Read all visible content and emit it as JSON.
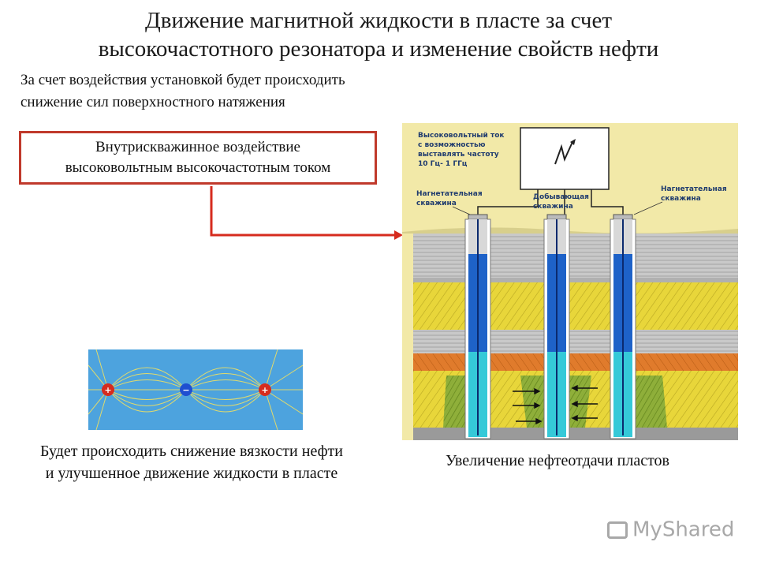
{
  "title": {
    "line1": "Движение магнитной жидкости в пласте за счет",
    "line2": "высокочастотного резонатора и изменение свойств нефти"
  },
  "subtitle": {
    "line1": "За счет воздействия установкой будет происходить",
    "line2": "снижение сил поверхностного натяжения"
  },
  "callout": {
    "line1": "Внутрискважинное воздействие",
    "line2": "высоковольтным высокочастотным током"
  },
  "field_figure": {
    "labels": {
      "generator_1": "Высоковольтный ток",
      "generator_2": "с возможностью",
      "generator_3": "выставлять частоту",
      "generator_4": "10 Гц- 1 ГГц",
      "well_left_1": "Нагнетательная",
      "well_left_2": "скважина",
      "well_mid_1": "Добывающая",
      "well_mid_2": "скважина",
      "well_right_1": "Нагнетательная",
      "well_right_2": "скважина"
    },
    "colors": {
      "sky": "#f2e9a8",
      "soil": "#c9c9c9",
      "sand": "#e8d63a",
      "clay": "#e07b2c",
      "water": "#1e62c8",
      "fluid": "#35c9d8"
    }
  },
  "dipole_figure": {
    "charges": [
      "+",
      "−",
      "+"
    ],
    "colors": {
      "background": "#4da3de",
      "positive": "#d62b1e",
      "negative": "#1f4fd0",
      "field_lines": "#f0e060"
    }
  },
  "captions": {
    "left_line1": "Будет происходить снижение вязкости нефти",
    "left_line2": "и улучшенное движение жидкости в пласте",
    "right": "Увеличение нефтеотдачи пластов"
  },
  "watermark": "MyShared"
}
